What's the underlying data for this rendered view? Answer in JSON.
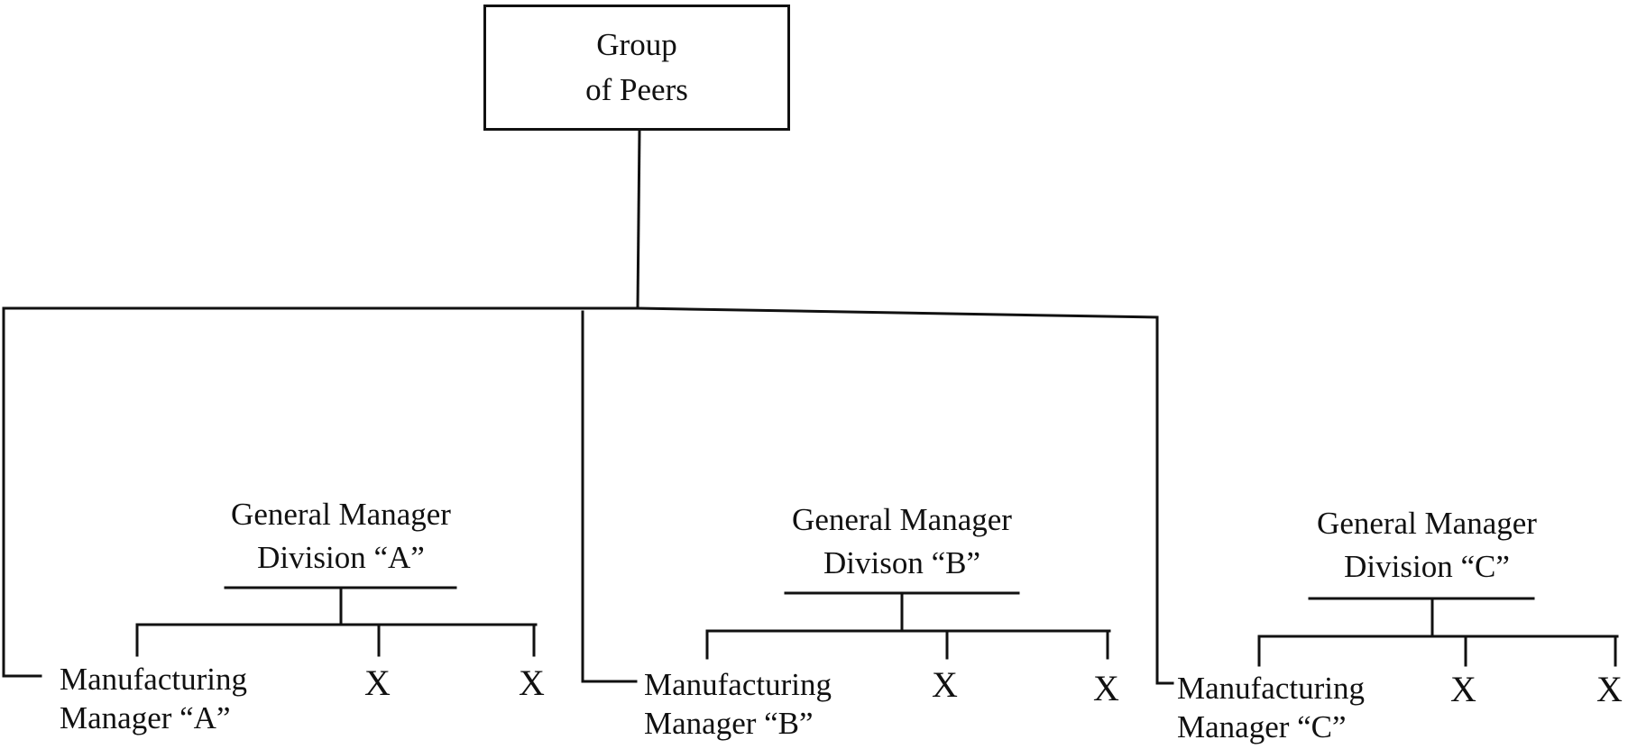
{
  "root": {
    "line1": "Group",
    "line2": "of  Peers"
  },
  "divisions": [
    {
      "gm_line1": "General Manager",
      "gm_line2": "Division “A”",
      "mgr_line1": "Manufacturing",
      "mgr_line2": "Manager “A”",
      "positions": [
        "X",
        "X"
      ]
    },
    {
      "gm_line1": "General Manager",
      "gm_line2": "Divison “B”",
      "mgr_line1": "Manufacturing",
      "mgr_line2": "Manager “B”",
      "positions": [
        "X",
        "X"
      ]
    },
    {
      "gm_line1": "General Manager",
      "gm_line2": "Division “C”",
      "mgr_line1": "Manufacturing",
      "mgr_line2": "Manager “C”",
      "positions": [
        "X",
        "X"
      ]
    }
  ]
}
